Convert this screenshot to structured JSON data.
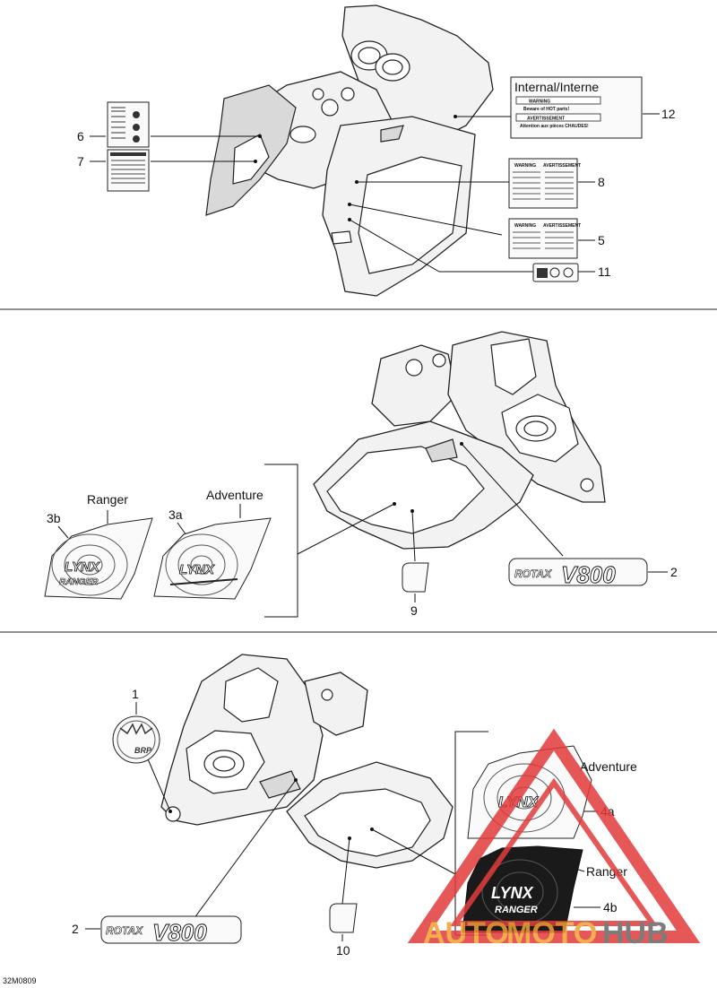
{
  "callouts": {
    "c1": "1",
    "c2a": "2",
    "c2b": "2",
    "c3a": "3a",
    "c3b": "3b",
    "c4a": "4a",
    "c4b": "4b",
    "c5": "5",
    "c6": "6",
    "c7": "7",
    "c8": "8",
    "c9": "9",
    "c10": "10",
    "c11": "11",
    "c12": "12"
  },
  "labels": {
    "internal": "Internal/Interne",
    "ranger_top": "Ranger",
    "adventure_top": "Adventure",
    "adventure_bottom": "Adventure",
    "ranger_bottom": "Ranger"
  },
  "decal12": {
    "warning": "WARNING",
    "beware": "Beware of HOT parts!",
    "avertissement": "AVERTISSEMENT",
    "attention": "Attention aux pièces CHAUDES!"
  },
  "decal8": {
    "warning": "WARNING",
    "avertissement": "AVERTISSEMENT"
  },
  "decal5": {
    "warning": "WARNING",
    "avertissement": "AVERTISSEMENT"
  },
  "logos": {
    "rotax_a": "ROTAX",
    "v800_a": "V800",
    "rotax_b": "ROTAX",
    "v800_b": "V800",
    "lynx": "LYNX",
    "ranger": "RANGER",
    "brp": "BRP"
  },
  "figure_code": "32M0809",
  "watermark": {
    "part1": "AUTO",
    "part2": "MOTO",
    "part3": "HUB"
  },
  "colors": {
    "watermark_red": "#e23b3b",
    "watermark_orange": "#f0a030",
    "watermark_gray": "#666666"
  }
}
